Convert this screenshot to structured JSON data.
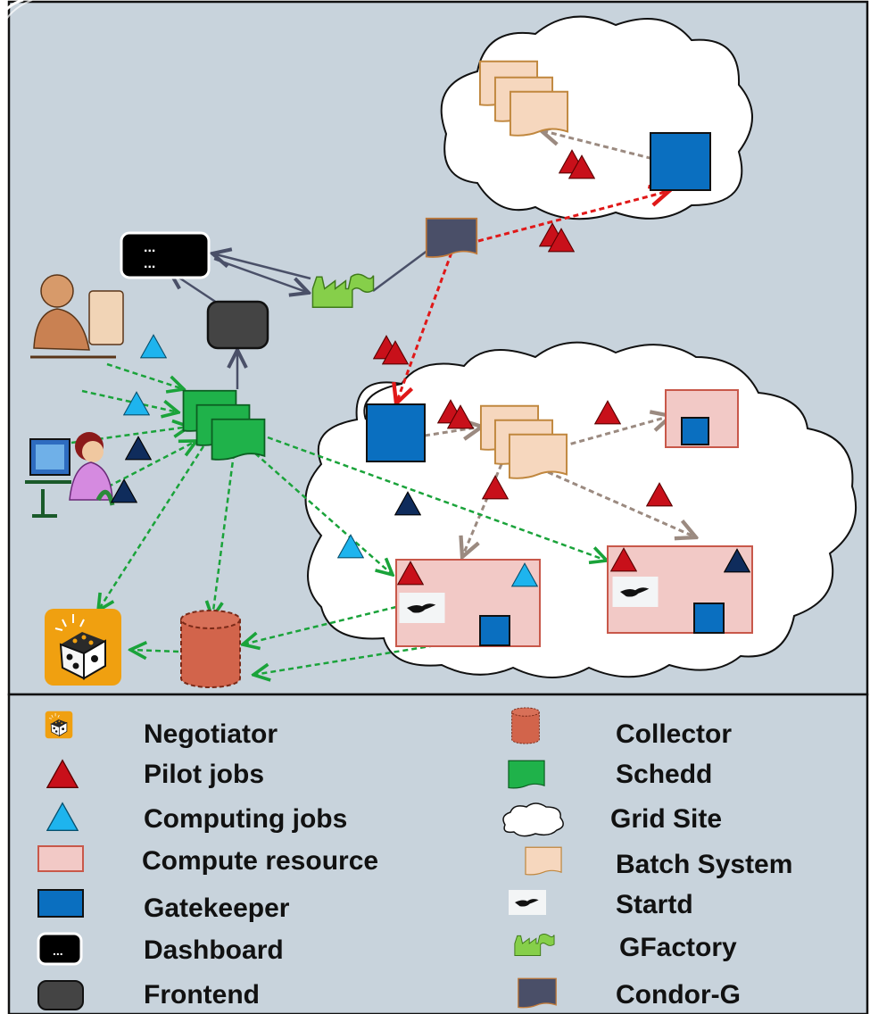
{
  "dashboard_text": "...",
  "legend": {
    "negotiator": "Negotiator",
    "pilot_jobs": "Pilot jobs",
    "computing_jobs": "Computing jobs",
    "compute_resource": "Compute resource",
    "gatekeeper": "Gatekeeper",
    "dashboard": "Dashboard",
    "frontend": "Frontend",
    "collector": "Collector",
    "schedd": "Schedd",
    "grid_site": "Grid Site",
    "batch_system": "Batch System",
    "startd": "Startd",
    "gfactory": "GFactory",
    "condor_g": "Condor-G"
  },
  "colors": {
    "panel_bg": "#c8d3dc",
    "pilot_job": "#c8101a",
    "computing_job": "#1eb4ee",
    "schedd": "#1fb24a",
    "gatekeeper": "#0a6fc0",
    "compute_resource": "#f2c9c6",
    "batch_system": "#f6d7be",
    "collector": "#d2644b",
    "negotiator": "#f0a010",
    "condor_g": "#4a4f68",
    "frontend": "#444444",
    "gfactory": "#86cf4a",
    "dark_job": "#0f2c5c",
    "green_arrow": "#1aa33a",
    "red_arrow": "#e01818",
    "gray_arrow": "#9b8a80"
  }
}
